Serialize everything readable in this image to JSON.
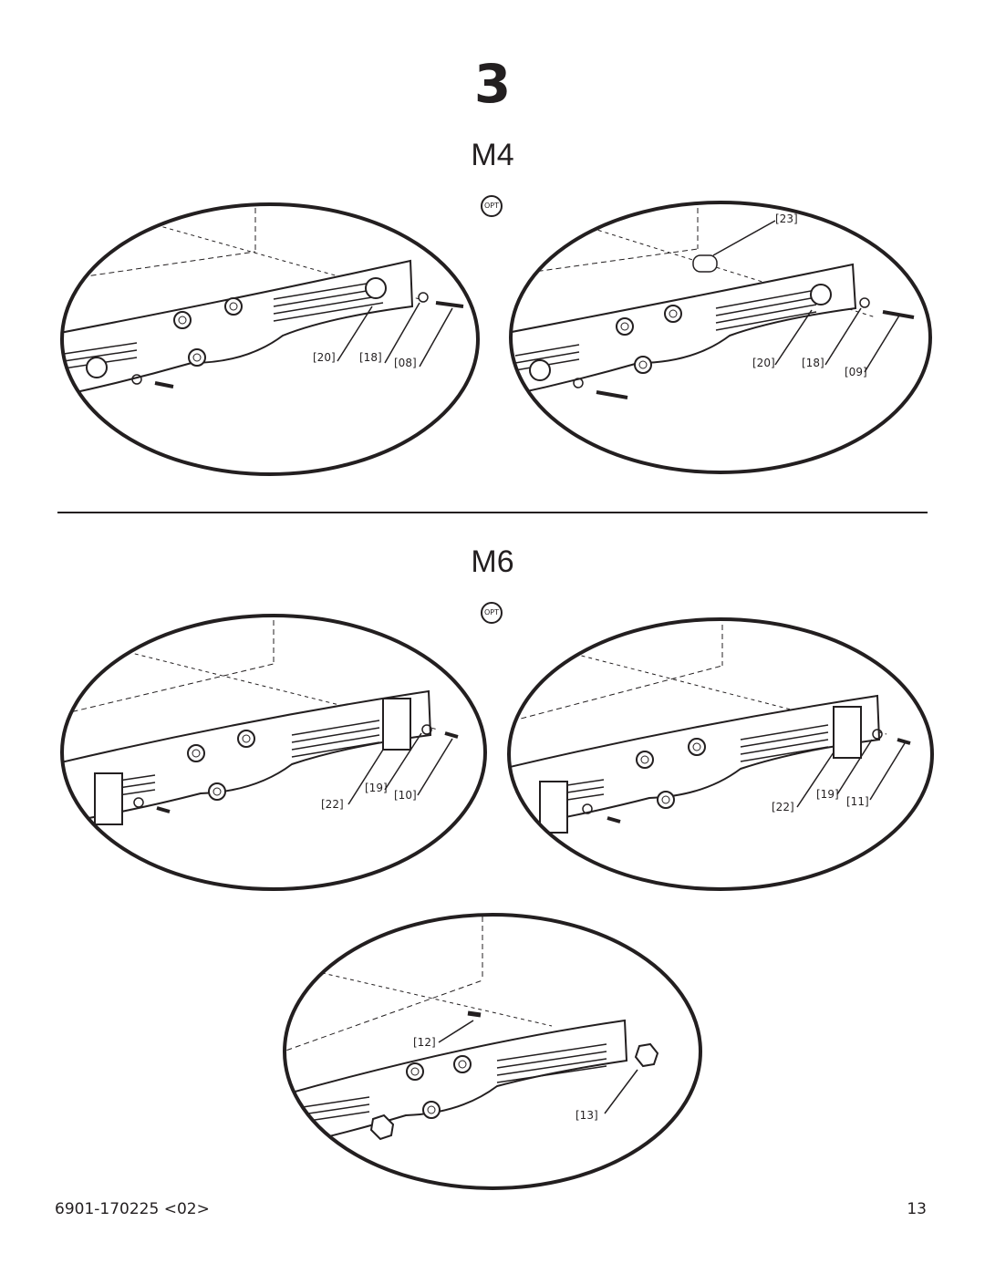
{
  "step": {
    "number": "3"
  },
  "sections": {
    "m4": {
      "label": "M4",
      "opt": "OPT"
    },
    "m6": {
      "label": "M6",
      "opt": "OPT"
    }
  },
  "details": {
    "m4_left": {
      "callouts": [
        "[20]",
        "[18]",
        "[08]"
      ]
    },
    "m4_right": {
      "callouts": [
        "[23]",
        "[20]",
        "[18]",
        "[09]"
      ]
    },
    "m6_left": {
      "callouts": [
        "[22]",
        "[19]",
        "[10]"
      ]
    },
    "m6_right": {
      "callouts": [
        "[22]",
        "[19]",
        "[11]"
      ]
    },
    "bottom": {
      "callouts": [
        "[12]",
        "[13]"
      ]
    }
  },
  "footer": {
    "doc_number": "6901-170225 <02>",
    "page_number": "13"
  }
}
